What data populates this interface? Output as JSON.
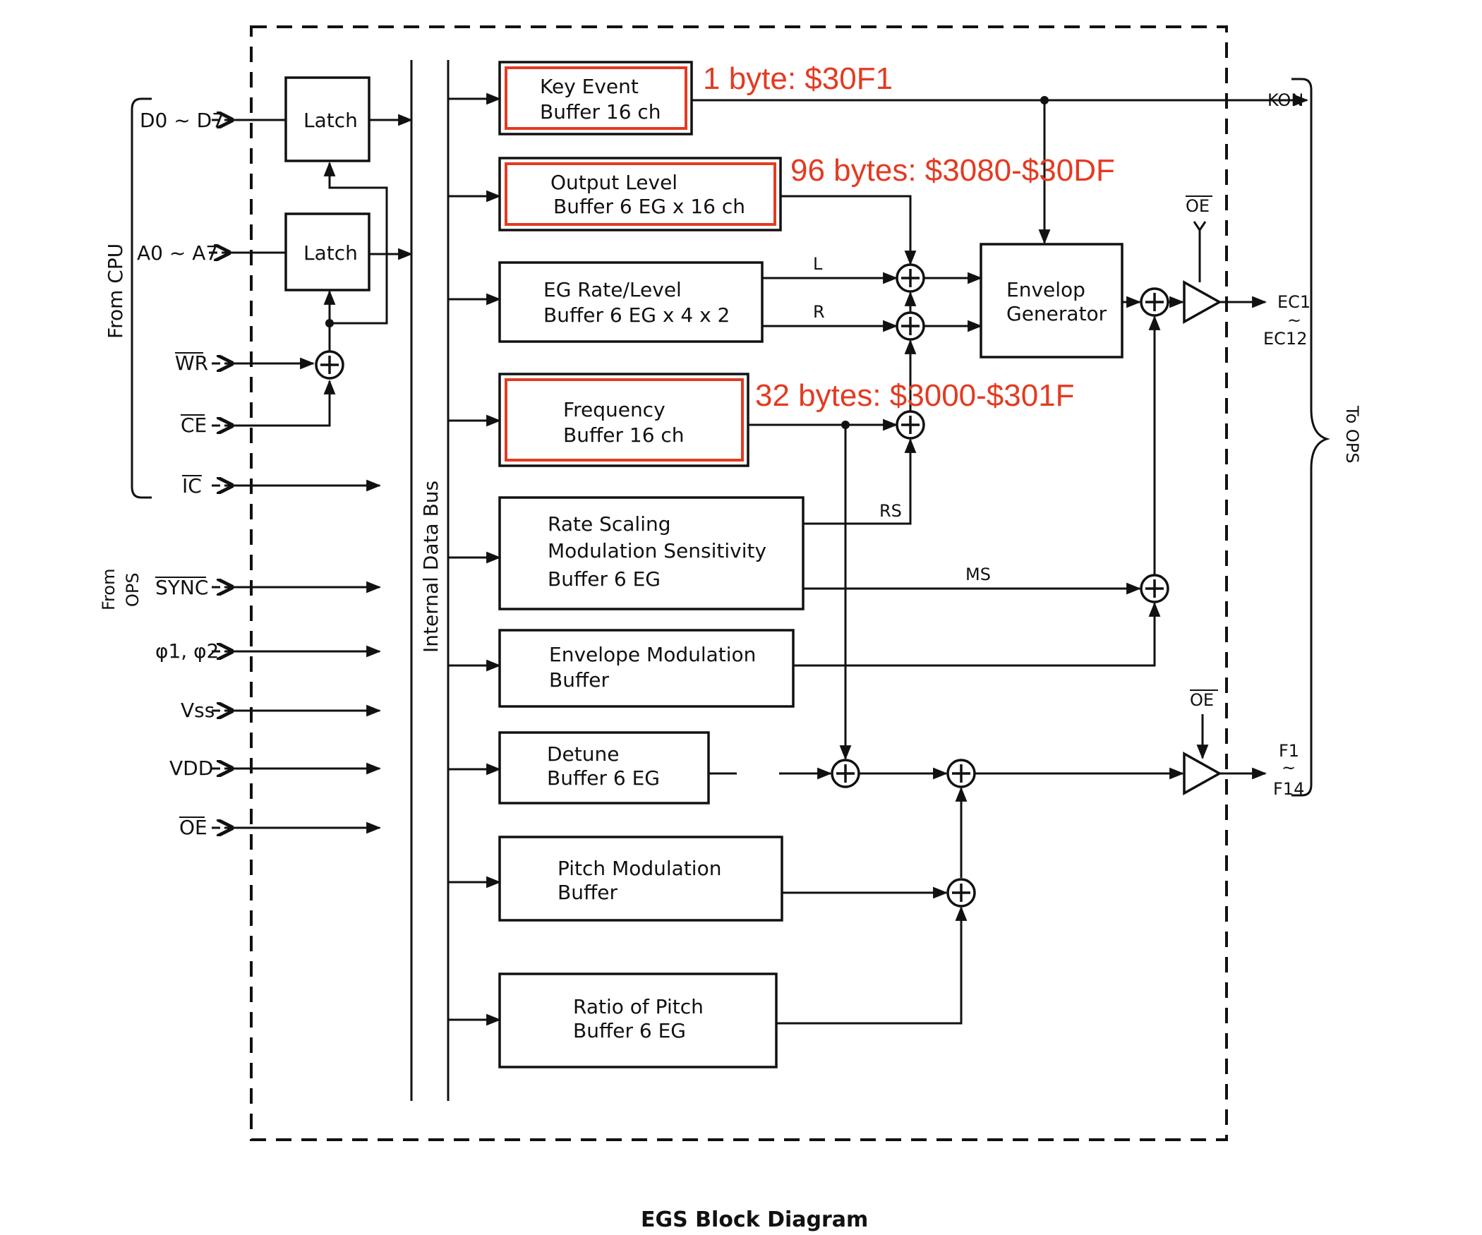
{
  "caption": "EGS Block Diagram",
  "group_labels": {
    "from_cpu": "From CPU",
    "from_ops_1": "From",
    "from_ops_2": "OPS",
    "to_ops": "To OPS",
    "internal_bus": "Internal Data Bus"
  },
  "pins": {
    "d0_d7": "D0 ~ D7",
    "a0_a7": "A0 ~ A7",
    "wr": "WR",
    "ce": "CE",
    "ic": "IC",
    "sync": "SYNC",
    "phi": "φ1, φ2",
    "vss": "Vss",
    "vdd": "VDD",
    "oe": "OE"
  },
  "outputs": {
    "kon": "KON",
    "ec_top": "EC1",
    "ec_tilde": "~",
    "ec_bottom": "EC12",
    "f_top": "F1",
    "f_tilde": "~",
    "f_bottom": "F14",
    "oe_top": "OE",
    "oe_bottom": "OE"
  },
  "blocks": {
    "latch_1": "Latch",
    "latch_2": "Latch",
    "key_event": [
      "Key Event",
      "Buffer 16 ch"
    ],
    "output_level": [
      "Output Level",
      "Buffer 6 EG x 16 ch"
    ],
    "eg_rate": [
      "EG Rate/Level",
      "Buffer 6 EG x 4 x 2"
    ],
    "frequency": [
      "Frequency",
      "Buffer 16 ch"
    ],
    "rate_scaling": [
      "Rate Scaling",
      "Modulation Sensitivity",
      "Buffer 6 EG"
    ],
    "env_mod": [
      "Envelope Modulation",
      "Buffer"
    ],
    "detune": [
      "Detune",
      "Buffer 6 EG"
    ],
    "pitch_mod": [
      "Pitch Modulation",
      "Buffer"
    ],
    "ratio_pitch": [
      "Ratio of Pitch",
      "Buffer 6 EG"
    ],
    "env_gen": [
      "Envelop",
      "Generator"
    ]
  },
  "signal_labels": {
    "l": "L",
    "r": "R",
    "rs": "RS",
    "ms": "MS"
  },
  "annotations": {
    "key_event": "1 byte: $30F1",
    "output_level": "96 bytes: $3080-$30DF",
    "frequency": "32 bytes: $3000-$301F"
  },
  "colors": {
    "line": "#111111",
    "highlight": "#e23b22"
  }
}
